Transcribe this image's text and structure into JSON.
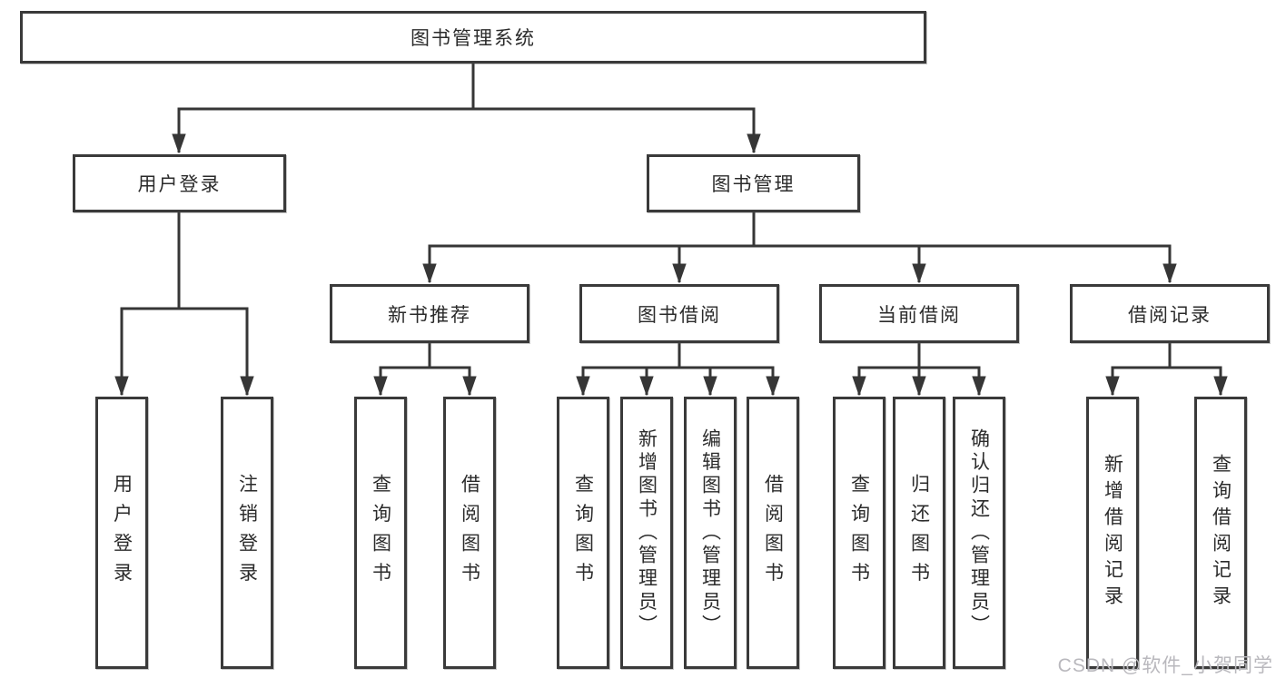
{
  "diagram": {
    "root": {
      "label": "图书管理系统"
    },
    "user_branch": {
      "label": "用户登录",
      "children": [
        {
          "label": "用户登录"
        },
        {
          "label": "注销登录"
        }
      ]
    },
    "book_branch": {
      "label": "图书管理",
      "sections": [
        {
          "label": "新书推荐",
          "children": [
            {
              "label": "查询图书"
            },
            {
              "label": "借阅图书"
            }
          ]
        },
        {
          "label": "图书借阅",
          "children": [
            {
              "label": "查询图书"
            },
            {
              "label": "新增图书（管理员）"
            },
            {
              "label": "编辑图书（管理员）"
            },
            {
              "label": "借阅图书"
            }
          ]
        },
        {
          "label": "当前借阅",
          "children": [
            {
              "label": "查询图书"
            },
            {
              "label": "归还图书"
            },
            {
              "label": "确认归还（管理员）"
            }
          ]
        },
        {
          "label": "借阅记录",
          "children": [
            {
              "label": "新增借阅记录"
            },
            {
              "label": "查询借阅记录"
            }
          ]
        }
      ]
    }
  },
  "watermark": {
    "text": "CSDN @软件_小贺同学",
    "color": "#b9b8bd"
  },
  "colors": {
    "line": "#363636",
    "box_border": "#3a3a3a",
    "text": "#2b2b2b",
    "background": "#ffffff"
  }
}
